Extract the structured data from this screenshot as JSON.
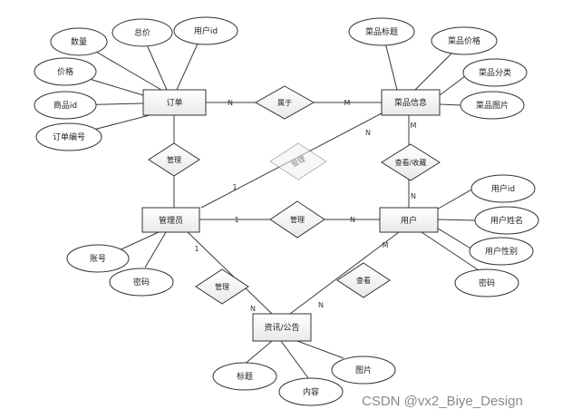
{
  "entities": {
    "order": "订单",
    "dish_info": "菜品信息",
    "admin": "管理员",
    "user": "用户",
    "news": "资讯/公告"
  },
  "relationships": {
    "belongs": "属于",
    "manage_order": "管理",
    "manage_dish": "管理",
    "manage_user": "管理",
    "manage_news": "管理",
    "view_favorite": "查看/收藏",
    "view_news": "查看"
  },
  "attributes": {
    "quantity": "数量",
    "total_price": "总价",
    "order_user_id": "用户id",
    "price": "价格",
    "product_id": "商品id",
    "order_number": "订单编号",
    "dish_title": "菜品标题",
    "dish_price": "菜品价格",
    "dish_category": "菜品分类",
    "dish_image": "菜品图片",
    "user_id": "用户id",
    "user_name": "用户姓名",
    "user_gender": "用户性别",
    "user_password": "密码",
    "account": "账号",
    "admin_password": "密码",
    "news_title": "标题",
    "news_content": "内容",
    "news_image": "图片"
  },
  "cardinalities": {
    "order_belongs": "N",
    "belongs_dish": "M",
    "admin_dish_1": "1",
    "admin_dish_n": "N",
    "dish_view": "M",
    "view_user": "N",
    "admin_user_1": "1",
    "admin_user_n": "N",
    "admin_news_1": "1",
    "admin_news_n": "N",
    "user_view_m": "M",
    "view_news_n": "N"
  },
  "watermark": "CSDN @vx2_Biye_Design"
}
